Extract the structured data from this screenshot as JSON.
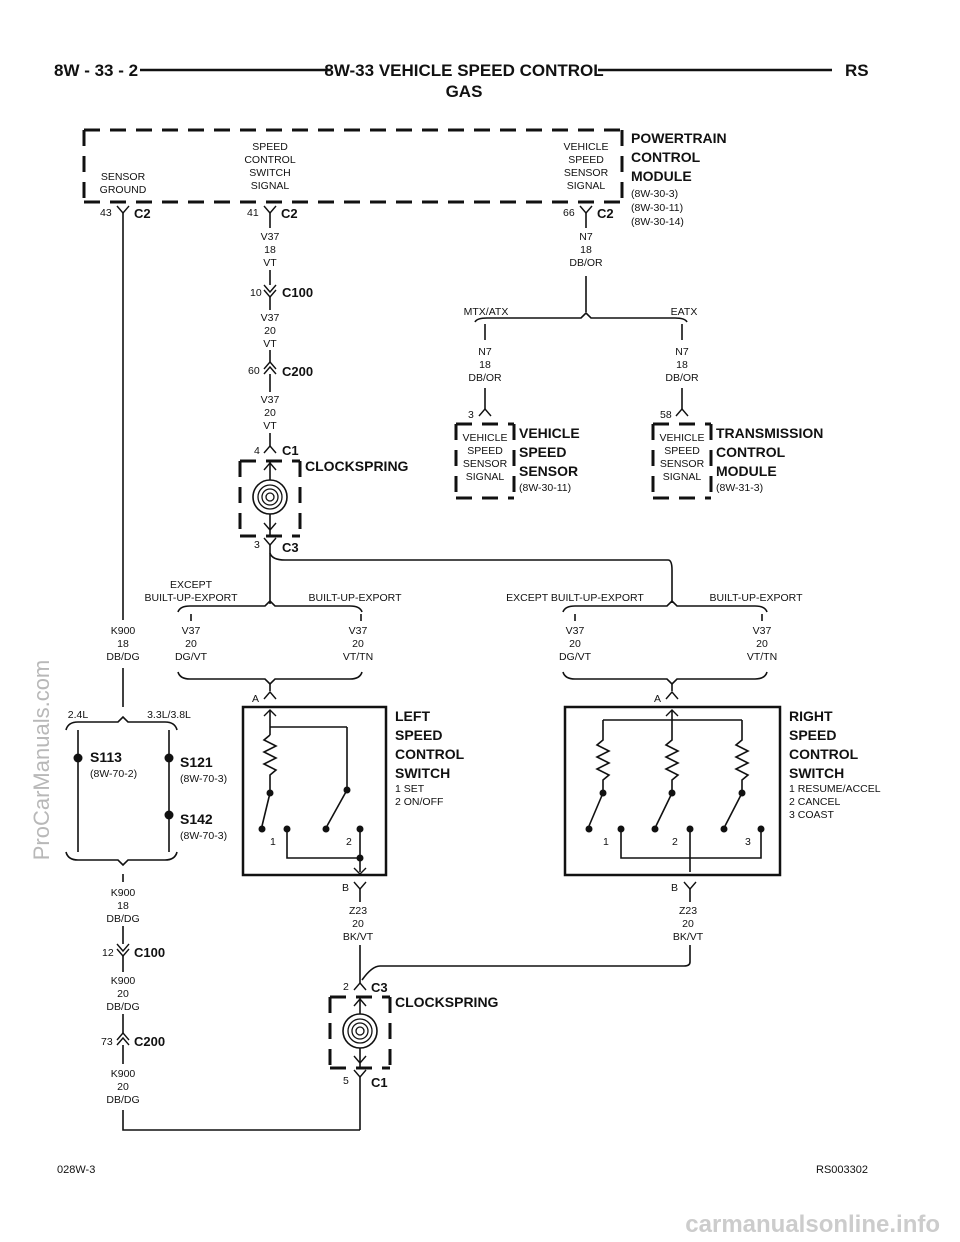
{
  "header": {
    "page": "8W - 33 - 2",
    "title": "8W-33 VEHICLE SPEED CONTROL",
    "subtitle": "GAS",
    "code": "RS"
  },
  "footer": {
    "left": "028W-3",
    "right": "RS003302"
  },
  "watermarks": {
    "side": "ProCarManuals.com",
    "bottom": "carmanualsonline.info"
  },
  "pcm": {
    "name": [
      "POWERTRAIN",
      "CONTROL",
      "MODULE"
    ],
    "refs": [
      "(8W-30-3)",
      "(8W-30-11)",
      "(8W-30-14)"
    ],
    "pins": [
      {
        "label": [
          "SENSOR",
          "GROUND"
        ],
        "pin": "43",
        "conn": "C2"
      },
      {
        "label": [
          "SPEED",
          "CONTROL",
          "SWITCH",
          "SIGNAL"
        ],
        "pin": "41",
        "conn": "C2"
      },
      {
        "label": [
          "VEHICLE",
          "SPEED",
          "SENSOR",
          "SIGNAL"
        ],
        "pin": "66",
        "conn": "C2"
      }
    ]
  },
  "wires": {
    "v37_18": [
      "V37",
      "18",
      "VT"
    ],
    "v37_20a": [
      "V37",
      "20",
      "VT"
    ],
    "v37_20b": [
      "V37",
      "20",
      "VT"
    ],
    "n7_top": [
      "N7",
      "18",
      "DB/OR"
    ],
    "n7_left": [
      "N7",
      "18",
      "DB/OR"
    ],
    "n7_right": [
      "N7",
      "18",
      "DB/OR"
    ],
    "k900_top": [
      "K900",
      "18",
      "DB/DG"
    ],
    "k900_mid": [
      "K900",
      "18",
      "DB/DG"
    ],
    "k900_20a": [
      "K900",
      "20",
      "DB/DG"
    ],
    "k900_20b": [
      "K900",
      "20",
      "DB/DG"
    ],
    "v37_dgvt_l": [
      "V37",
      "20",
      "DG/VT"
    ],
    "v37_vttn_l": [
      "V37",
      "20",
      "VT/TN"
    ],
    "v37_dgvt_r": [
      "V37",
      "20",
      "DG/VT"
    ],
    "v37_vttn_r": [
      "V37",
      "20",
      "VT/TN"
    ],
    "z23_l": [
      "Z23",
      "20",
      "BK/VT"
    ],
    "z23_r": [
      "Z23",
      "20",
      "BK/VT"
    ]
  },
  "connectors": {
    "c100a": {
      "pin": "10",
      "name": "C100"
    },
    "c200a": {
      "pin": "60",
      "name": "C200"
    },
    "cs1_c1": {
      "pin": "4",
      "name": "C1"
    },
    "cs1_c3": {
      "pin": "3",
      "name": "C3"
    },
    "c100b": {
      "pin": "12",
      "name": "C100"
    },
    "c200b": {
      "pin": "73",
      "name": "C200"
    },
    "cs2_c3": {
      "pin": "2",
      "name": "C3"
    },
    "cs2_c1": {
      "pin": "5",
      "name": "C1"
    }
  },
  "clockspring": "CLOCKSPRING",
  "options": {
    "mtx": "MTX/ATX",
    "eatx": "EATX",
    "except_l": [
      "EXCEPT",
      "BUILT-UP-EXPORT"
    ],
    "built_l": "BUILT-UP-EXPORT",
    "except_r": "EXCEPT BUILT-UP-EXPORT",
    "built_r": "BUILT-UP-EXPORT",
    "eng_a": "2.4L",
    "eng_b": "3.3L/3.8L"
  },
  "vss": {
    "pin": "3",
    "label": [
      "VEHICLE",
      "SPEED",
      "SENSOR",
      "SIGNAL"
    ],
    "name": [
      "VEHICLE",
      "SPEED",
      "SENSOR"
    ],
    "ref": "(8W-30-11)"
  },
  "tcm": {
    "pin": "58",
    "label": [
      "VEHICLE",
      "SPEED",
      "SENSOR",
      "SIGNAL"
    ],
    "name": [
      "TRANSMISSION",
      "CONTROL",
      "MODULE"
    ],
    "ref": "(8W-31-3)"
  },
  "splices": [
    {
      "name": "S113",
      "ref": "(8W-70-2)"
    },
    {
      "name": "S121",
      "ref": "(8W-70-3)"
    },
    {
      "name": "S142",
      "ref": "(8W-70-3)"
    }
  ],
  "left_switch": {
    "name": [
      "LEFT",
      "SPEED",
      "CONTROL",
      "SWITCH"
    ],
    "notes": [
      "1 SET",
      "2 ON/OFF"
    ],
    "pinA": "A",
    "pinB": "B",
    "nums": [
      "1",
      "2"
    ]
  },
  "right_switch": {
    "name": [
      "RIGHT",
      "SPEED",
      "CONTROL",
      "SWITCH"
    ],
    "notes": [
      "1 RESUME/ACCEL",
      "2 CANCEL",
      "3 COAST"
    ],
    "pinA": "A",
    "pinB": "B",
    "nums": [
      "1",
      "2",
      "3"
    ]
  }
}
